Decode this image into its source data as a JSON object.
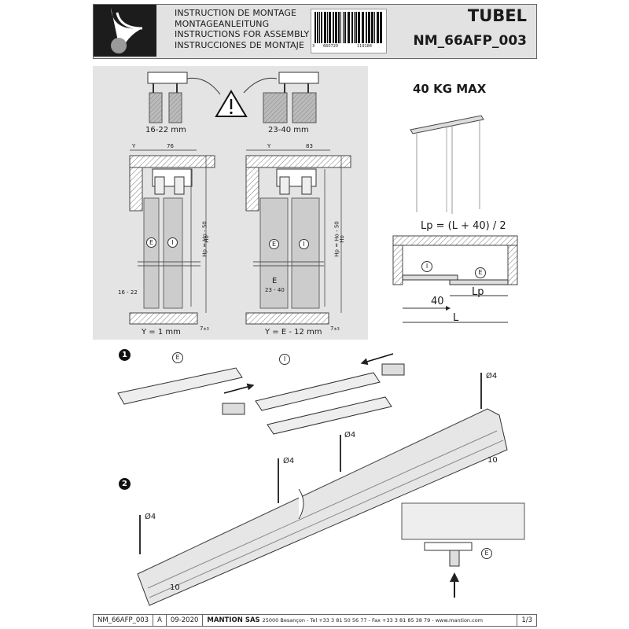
{
  "header": {
    "titles": [
      "INSTRUCTION DE MONTAGE",
      "MONTAGEANLEITUNG",
      "INSTRUCTIONS FOR ASSEMBLY",
      "INSTRUCCIONES DE MONTAJE"
    ],
    "barcode_left": "3",
    "barcode_mid": "660720",
    "barcode_right": "119184",
    "product": "TUBEL",
    "reference": "NM_66AFP_003"
  },
  "panel": {
    "thin_range": "16-22 mm",
    "thick_range": "23-40 mm",
    "y_label": "Y",
    "dim_76": "76",
    "dim_83": "83",
    "hp_label": "Hp = Ho - 50",
    "ho_label": "Ho",
    "e_marker": "E",
    "i_marker": "I",
    "e_letter": "E",
    "range_1622": "16 - 22",
    "range_2340": "23 - 40",
    "seven": "7",
    "seven_sub": "±3",
    "y1": "Y = 1 mm",
    "y2": "Y = E - 12 mm"
  },
  "load": {
    "max": "40 KG  MAX"
  },
  "formula": {
    "text": "Lp = (L + 40) / 2",
    "i_marker": "I",
    "e_marker": "E",
    "dim_40": "40",
    "dim_lp": "Lp",
    "dim_l": "L"
  },
  "step1": {
    "number": "1",
    "e_marker": "E",
    "i_marker": "I",
    "drill": "Ø4",
    "dim_10": "10"
  },
  "step2": {
    "number": "2",
    "drill": "Ø4",
    "dim_10": "10",
    "e_marker": "E"
  },
  "footer": {
    "ref": "NM_66AFP_003",
    "rev": "A",
    "date": "09-2020",
    "company": "MANTION SAS",
    "address": "25000 Besançon - Tel +33 3 81 50 56 77 - Fax +33 3 81 85 38 79 - www.mantion.com",
    "page": "1/3"
  }
}
